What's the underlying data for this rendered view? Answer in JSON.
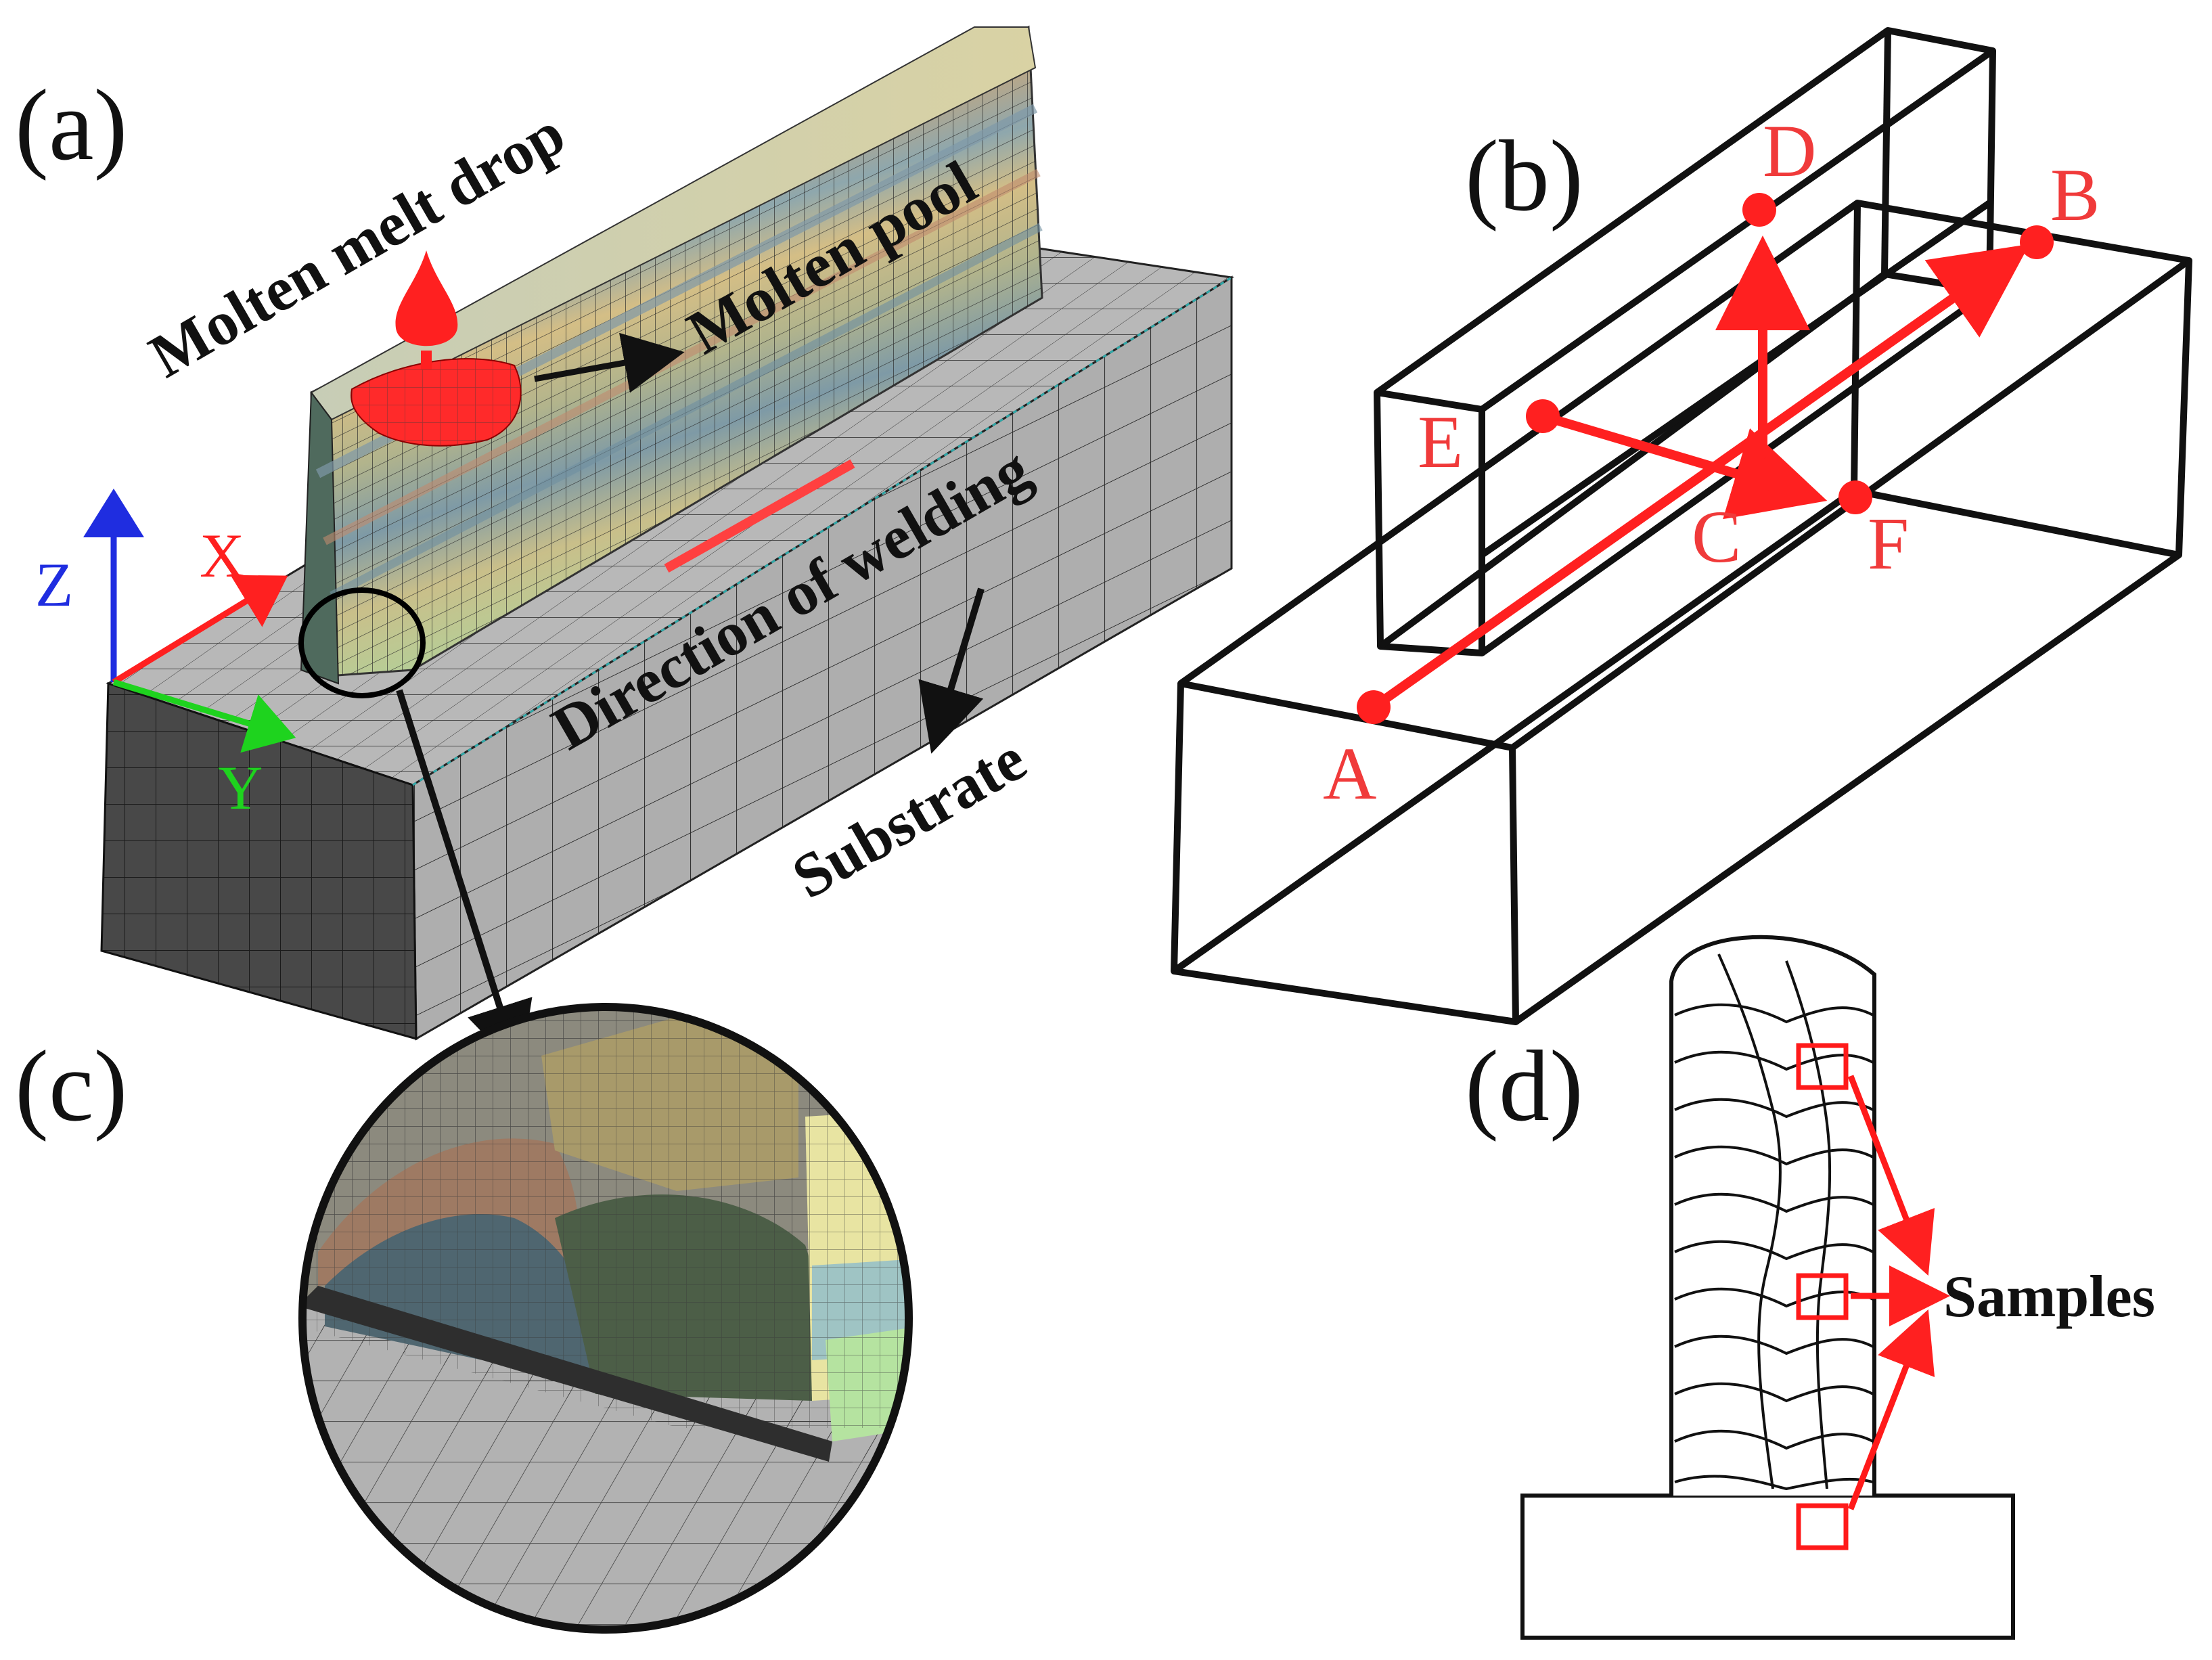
{
  "panels": {
    "a": "(a)",
    "b": "(b)",
    "c": "(c)",
    "d": "(d)"
  },
  "panel_a": {
    "molten_melt_drop": "Molten melt drop",
    "molten_pool": "Molten pool",
    "direction_of_welding": "Direction of welding",
    "substrate": "Substrate",
    "axis_x": "X",
    "axis_y": "Y",
    "axis_z": "Z"
  },
  "panel_b": {
    "point_a": "A",
    "point_b": "B",
    "point_c": "C",
    "point_d": "D",
    "point_e": "E",
    "point_f": "F"
  },
  "panel_d": {
    "samples": "Samples"
  },
  "colors": {
    "red": "#ff2020",
    "label_red": "#f03a3a",
    "black": "#111111",
    "axis_blue": "#1f2de0",
    "axis_green": "#1ed31e",
    "mesh_gray": "#a5a5a5",
    "dark_gray": "#4a4a4a"
  }
}
